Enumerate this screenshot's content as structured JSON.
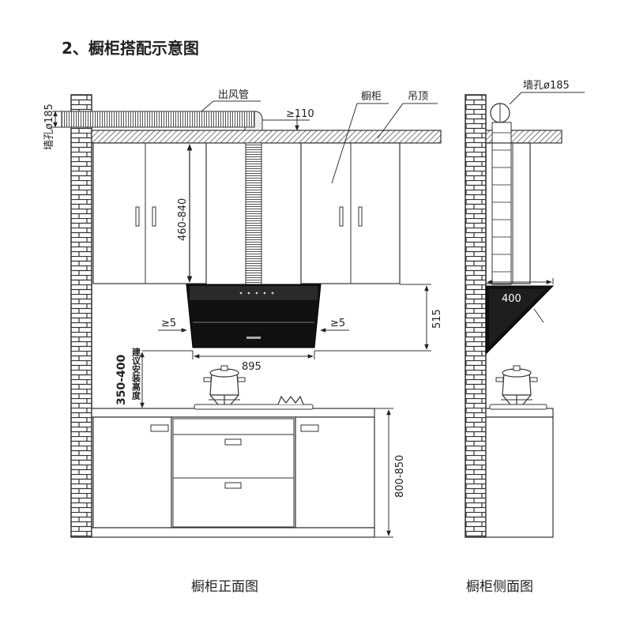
{
  "title": "2、橱柜搭配示意图",
  "front": {
    "wall_hole": "墙孔ø185",
    "duct": "出风管",
    "clearance_top": "≥110",
    "cabinet": "橱柜",
    "ceiling": "吊顶",
    "upper_height": "460-840",
    "gap_left": "≥5",
    "gap_right": "≥5",
    "hood_height": "515",
    "hood_width": "895",
    "install_height": "350-400",
    "install_note": "建议安装高度",
    "counter_height": "800-850",
    "caption": "橱柜正面图"
  },
  "side": {
    "wall_hole": "墙孔ø185",
    "hood_depth": "400",
    "caption": "橱柜侧面图"
  },
  "colors": {
    "hood_glass": "#111111",
    "ink": "#222222"
  }
}
